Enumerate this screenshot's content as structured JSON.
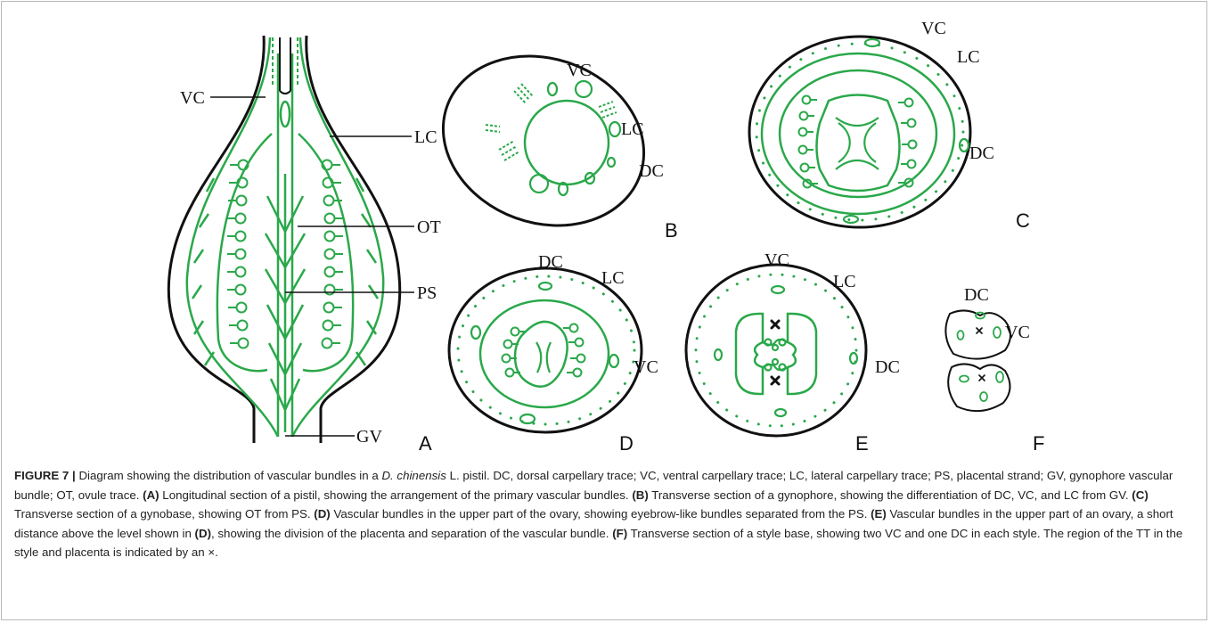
{
  "colors": {
    "bundle": "#2aa84a",
    "outline": "#111111",
    "caption_text": "#222222",
    "border": "#b9b9b9"
  },
  "panels": {
    "A": {
      "letter": "A",
      "labels": {
        "vc": "VC",
        "lc": "LC",
        "ot": "OT",
        "ps": "PS",
        "gv": "GV"
      }
    },
    "B": {
      "letter": "B",
      "labels": {
        "vc": "VC",
        "lc": "LC",
        "dc": "DC"
      }
    },
    "C": {
      "letter": "C",
      "labels": {
        "vc": "VC",
        "lc": "LC",
        "dc": "DC"
      }
    },
    "D": {
      "letter": "D",
      "labels": {
        "dc": "DC",
        "lc": "LC",
        "vc": "VC"
      }
    },
    "E": {
      "letter": "E",
      "labels": {
        "vc": "VC",
        "lc": "LC",
        "dc": "DC"
      }
    },
    "F": {
      "letter": "F",
      "labels": {
        "dc": "DC",
        "vc": "VC"
      }
    }
  },
  "caption": {
    "fig_label": "FIGURE 7 |",
    "t1": " Diagram showing the distribution of vascular bundles in a ",
    "species": "D. chinensis",
    "t2": " L. pistil. DC, dorsal carpellary trace; VC, ventral carpellary trace; LC, lateral carpellary trace; PS, placental strand; GV, gynophore vascular bundle; OT, ovule trace. ",
    "refA": "(A)",
    "tA": " Longitudinal section of a pistil, showing the arrangement of the primary vascular bundles. ",
    "refB": "(B)",
    "tB": " Transverse section of a gynophore, showing the differentiation of DC, VC, and LC from GV. ",
    "refC": "(C)",
    "tC": " Transverse section of a gynobase, showing OT from PS. ",
    "refD": "(D)",
    "tD": " Vascular bundles in the upper part of the ovary, showing eyebrow-like bundles separated from the PS. ",
    "refE": "(E)",
    "tE": " Vascular bundles in the upper part of an ovary, a short distance above the level shown in ",
    "refD2": "(D)",
    "tE2": ", showing the division of the placenta and separation of the vascular bundle. ",
    "refF": "(F)",
    "tF": " Transverse section of a style base, showing two VC and one DC in each style. The region of the TT in the style and placenta is indicated by an ×."
  }
}
